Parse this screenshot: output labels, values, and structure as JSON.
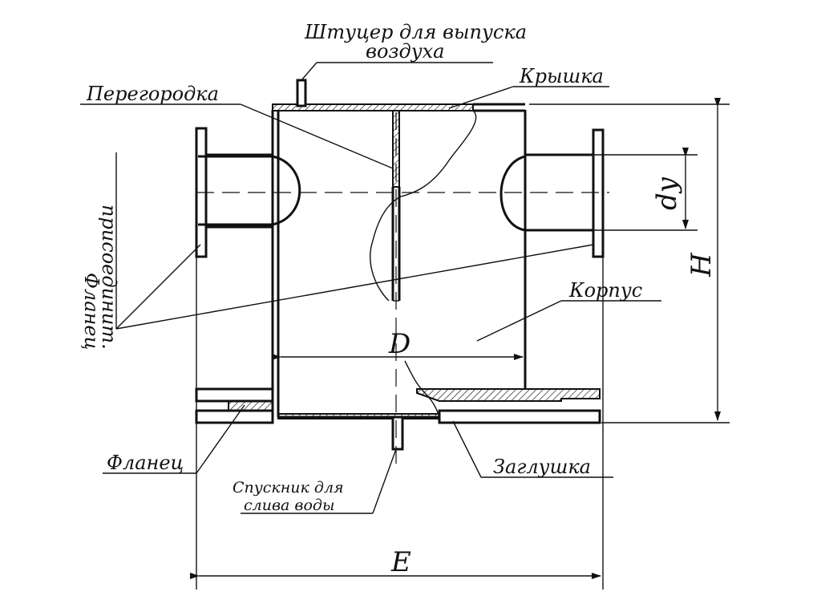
{
  "labels": {
    "air_fitting_line1": "Штуцер для выпуска",
    "air_fitting_line2": "воздуха",
    "partition": "Перегородка",
    "cover": "Крышка",
    "connecting_flange_line1": "Фланец",
    "connecting_flange_line2": "присоединит.",
    "body": "Корпус",
    "flange": "Фланец",
    "plug": "Заглушка",
    "drain_line1": "Спускник для",
    "drain_line2": "слива воды"
  },
  "dimensions": {
    "diameter": "D",
    "nominal_bore": "dy",
    "height": "H",
    "length": "E"
  },
  "colors": {
    "ink": "#111111",
    "background": "#ffffff"
  }
}
